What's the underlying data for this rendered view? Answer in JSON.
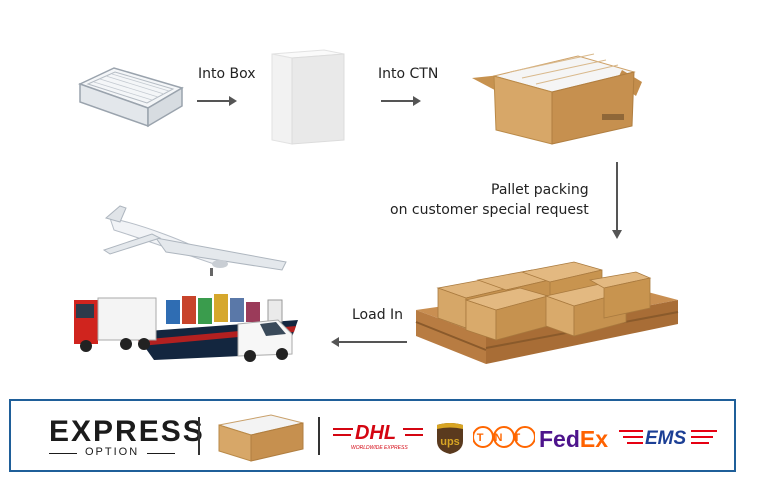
{
  "steps": {
    "into_box": "Into Box",
    "into_ctn": "Into CTN",
    "pallet_line1": "Pallet packing",
    "pallet_line2": "on customer special request",
    "load_in": "Load In"
  },
  "express": {
    "title": "EXPRESS",
    "subtitle": "OPTION",
    "carriers": [
      {
        "name": "DHL",
        "sub": "WORLDWIDE EXPRESS",
        "color": "#d40511"
      },
      {
        "name": "ups",
        "color": "#5a3a1e"
      },
      {
        "name": "TNT",
        "color": "#ff6600"
      },
      {
        "name": "FedEx",
        "color": "#4d148c",
        "accent": "#ff6200"
      },
      {
        "name": "EMS",
        "color": "#1c3f95",
        "accent": "#e60012"
      }
    ]
  },
  "colors": {
    "border": "#1f5f99",
    "cardboard": "#d2a065",
    "arrow": "#555555"
  }
}
